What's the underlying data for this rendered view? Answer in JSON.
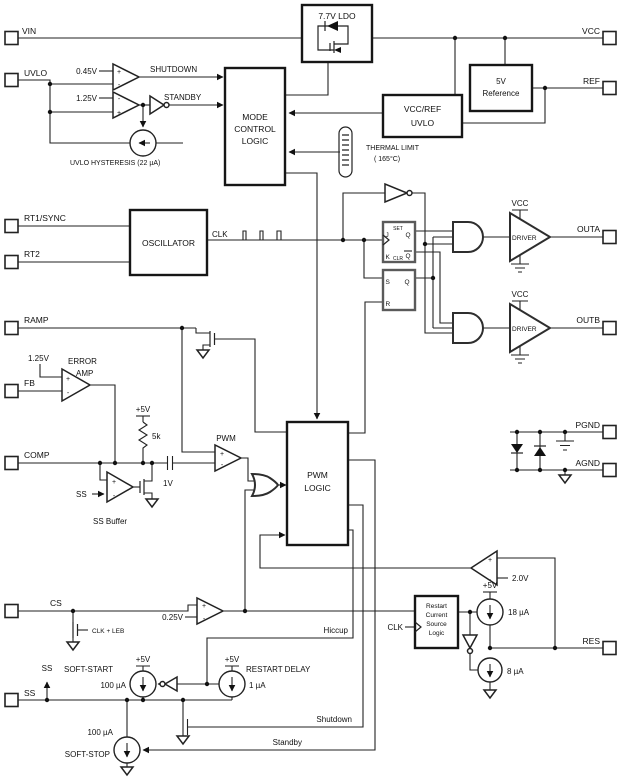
{
  "pins": {
    "vin": "VIN",
    "uvlo": "UVLO",
    "rt1_sync": "RT1/SYNC",
    "rt2": "RT2",
    "ramp": "RAMP",
    "fb": "FB",
    "comp": "COMP",
    "cs": "CS",
    "ss": "SS",
    "vcc": "VCC",
    "ref": "REF",
    "outa": "OUTA",
    "outb": "OUTB",
    "pgnd": "PGND",
    "agnd": "AGND",
    "res": "RES"
  },
  "blocks": {
    "ldo": "7.7V LDO",
    "reference": [
      "5V",
      "Reference"
    ],
    "vccref_uvlo": [
      "VCC/REF",
      "UVLO"
    ],
    "mode_control": [
      "MODE",
      "CONTROL",
      "LOGIC"
    ],
    "oscillator": "OSCILLATOR",
    "pwm_logic": [
      "PWM",
      "LOGIC"
    ],
    "restart_logic": [
      "Restart",
      "Current",
      "Source",
      "Logic"
    ]
  },
  "labels": {
    "shutdown": "SHUTDOWN",
    "standby": "STANDBY",
    "shutdown_sig": "Shutdown",
    "standby_sig": "Standby",
    "hiccup_sig": "Hiccup",
    "v045": "0.45V",
    "v125": "1.25V",
    "uvlo_hyst": "UVLO HYSTERESIS (22 µA)",
    "thermal_limit": "THERMAL LIMIT",
    "thermal_temp": "( 165°C)",
    "clk": "CLK",
    "vcc": "VCC",
    "driver": "DRIVER",
    "error_amp_1": "ERROR",
    "error_amp_2": "AMP",
    "p5": "+5V",
    "r5k": "5k",
    "pwm": "PWM",
    "v1": "1V",
    "ss": "SS",
    "ss_buffer": "SS Buffer",
    "v025": "0.25V",
    "clk_leb": "CLK + LEB",
    "v20": "2.0V",
    "i18": "18 µA",
    "i8": "8 µA",
    "i100": "100 µA",
    "i1": "1 µA",
    "soft_start": "SOFT-START",
    "restart_delay": "RESTART DELAY",
    "soft_stop": "SOFT-STOP",
    "plus": "+",
    "minus": "-",
    "j": "J",
    "set": "SET",
    "q": "Q",
    "k": "K",
    "clr": "CLR",
    "s": "S",
    "r": "R"
  }
}
